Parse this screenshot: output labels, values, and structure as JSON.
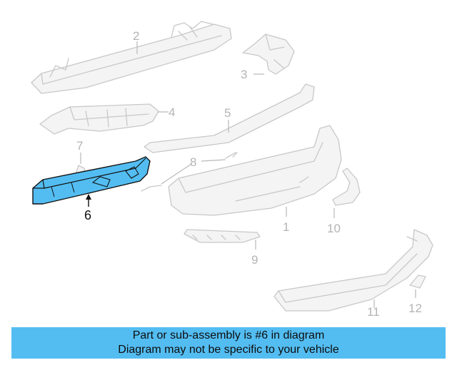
{
  "diagram": {
    "highlight_color": "#53bdf2",
    "parts": [
      {
        "id": "p1",
        "label": "1"
      },
      {
        "id": "p2",
        "label": "2"
      },
      {
        "id": "p3",
        "label": "3"
      },
      {
        "id": "p4",
        "label": "4"
      },
      {
        "id": "p5",
        "label": "5"
      },
      {
        "id": "p6",
        "label": "6"
      },
      {
        "id": "p7",
        "label": "7"
      },
      {
        "id": "p8",
        "label": "8"
      },
      {
        "id": "p9",
        "label": "9"
      },
      {
        "id": "p10",
        "label": "10"
      },
      {
        "id": "p11",
        "label": "11"
      },
      {
        "id": "p12",
        "label": "12"
      }
    ],
    "highlighted_part": "6"
  },
  "caption": {
    "line1": "Part or sub-assembly is #6 in diagram",
    "line2": "Diagram may not be specific to your vehicle",
    "background": "#53bdf2"
  }
}
